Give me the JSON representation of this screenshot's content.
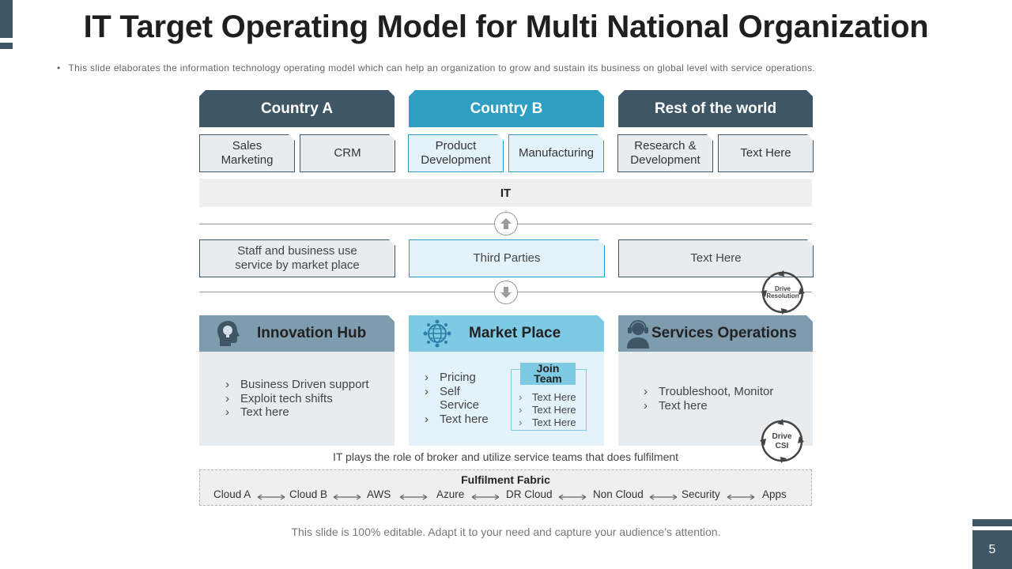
{
  "title": "IT Target Operating Model for Multi National Organization",
  "subtitle": "This slide elaborates the information technology operating model which can help an organization to grow and sustain its business on global level with service operations.",
  "columns": [
    {
      "heading": "Country A",
      "tiles": [
        "Sales\nMarketing",
        "CRM"
      ]
    },
    {
      "heading": "Country B",
      "tiles": [
        "Product\nDevelopment",
        "Manufacturing"
      ]
    },
    {
      "heading": "Rest of the world",
      "tiles": [
        "Research &\nDevelopment",
        "Text Here"
      ]
    }
  ],
  "it_label": "IT",
  "middle_tiles": [
    "Staff and business use\nservice by market place",
    "Third Parties",
    "Text Here"
  ],
  "drive_resolution": "Drive\nResolution",
  "hubs": {
    "innovation": {
      "title": "Innovation Hub",
      "items": [
        "Business Driven support",
        "Exploit tech shifts",
        "Text here"
      ]
    },
    "market": {
      "title": "Market Place",
      "items": [
        "Pricing",
        "Self\nService",
        "Text here"
      ],
      "join_title": "Join\nTeam",
      "join_items": [
        "Text Here",
        "Text Here",
        "Text Here"
      ]
    },
    "services": {
      "title": "Services Operations",
      "items": [
        "Troubleshoot, Monitor",
        "Text here"
      ]
    }
  },
  "drive_csi": "Drive\nCSI",
  "broker_text": "IT plays the role of broker and utilize service teams that does fulfilment",
  "fabric": {
    "title": "Fulfilment Fabric",
    "items": [
      "Cloud A",
      "Cloud B",
      "AWS",
      "Azure",
      "DR Cloud",
      "Non Cloud",
      "Security",
      "Apps"
    ]
  },
  "footer": "This slide is 100% editable. Adapt it to your need and capture your audience’s attention.",
  "page_number": "5",
  "colors": {
    "dark": "#3e5666",
    "blue": "#2e9ec2",
    "light_blue": "#7ec9e3",
    "slate": "#7f9bae"
  }
}
